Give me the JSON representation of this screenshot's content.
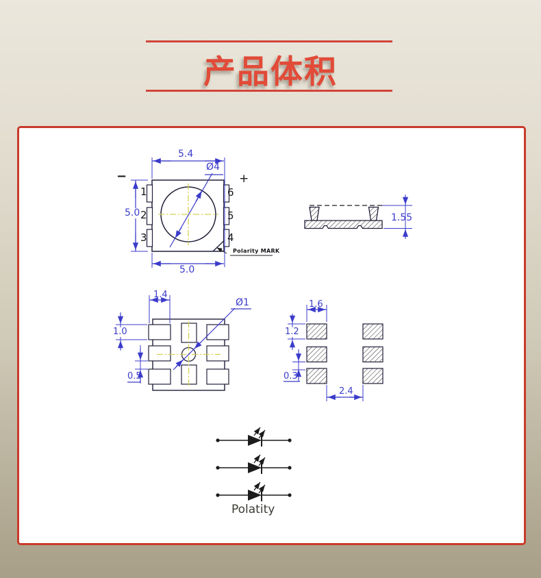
{
  "header": {
    "title": "产品体积",
    "accent_color": "#d2453a"
  },
  "panel": {
    "border_color": "#c93a2a",
    "background": "#ffffff"
  },
  "drawing_colors": {
    "outline": "#20203a",
    "dimension_blue": "#3b3bcb",
    "centerline_yellow": "#d6cf52"
  },
  "top_view": {
    "dim_width_top": "5.4",
    "dim_height_left": "5.0",
    "dim_width_bottom": "5.0",
    "lens_diameter": "Ø4",
    "polarity_minus": "−",
    "polarity_plus": "+",
    "pins": {
      "p1": "1",
      "p2": "2",
      "p3": "3",
      "p4": "4",
      "p5": "5",
      "p6": "6"
    },
    "polarity_mark_label": "Polarity MARK"
  },
  "side_view": {
    "dim_height": "1.55"
  },
  "bottom_view": {
    "dim_pad_width": "1.4",
    "dim_pad_height": "1.0",
    "dim_pad_gap": "0.5",
    "dim_center_diameter": "Ø1"
  },
  "footprint": {
    "dim_pad_width": "1.6",
    "dim_pad_height": "1.2",
    "dim_pad_gap": "0.3",
    "dim_column_gap": "2.4"
  },
  "schematic": {
    "caption": "Polatity"
  }
}
